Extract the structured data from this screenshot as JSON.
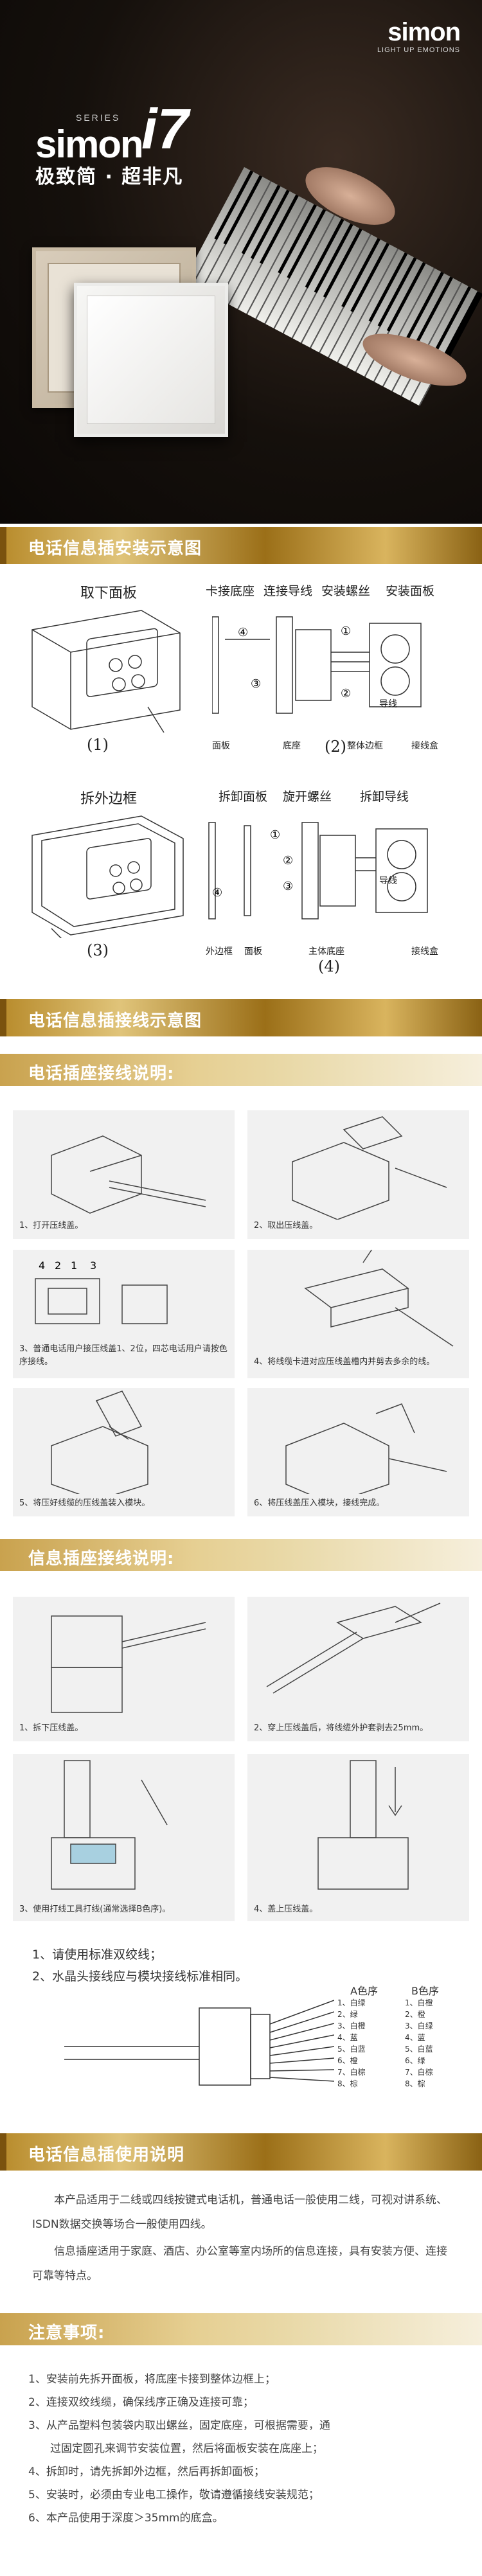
{
  "hero": {
    "brand": "simon",
    "brand_tagline": "LIGHT UP EMOTIONS",
    "series_word": "simon",
    "series_label": "SERIES",
    "series_num": "i7",
    "slogan": "极致简 · 超非凡"
  },
  "sections": {
    "install_title": "电话信息插安装示意图",
    "wiring_title": "电话信息插接线示意图",
    "usage_title": "电话信息插使用说明",
    "notes_title": "注意事项:"
  },
  "install": {
    "step1": {
      "title": "取下面板",
      "num": "(1)",
      "labels": []
    },
    "step2": {
      "titles": [
        "卡接底座",
        "连接导线",
        "安装螺丝",
        "安装面板"
      ],
      "num": "(2)",
      "labels": [
        "面板",
        "底座",
        "整体边框",
        "接线盒",
        "导线"
      ],
      "circles": [
        "④",
        "①",
        "②",
        "③"
      ]
    },
    "step3": {
      "title": "拆外边框",
      "num": "(3)"
    },
    "step4": {
      "titles": [
        "拆卸面板",
        "旋开螺丝",
        "拆卸导线"
      ],
      "num": "(4)",
      "labels": [
        "外边框",
        "面板",
        "主体底座",
        "接线盒",
        "导线"
      ],
      "circles": [
        "①",
        "②",
        "③",
        "④"
      ]
    }
  },
  "phone_wiring": {
    "title": "电话插座接线说明:",
    "steps": [
      "1、打开压线盖。",
      "2、取出压线盖。",
      "3、普通电话用户接压线盖1、2位，四芯电话用户请按色序接线。",
      "4、将线缆卡进对应压线盖槽内并剪去多余的线。",
      "5、将压好线缆的压线盖装入模块。",
      "6、将压线盖压入模块，接线完成。"
    ],
    "pin_numbers": [
      "4",
      "2",
      "1",
      "3"
    ]
  },
  "info_wiring": {
    "title": "信息插座接线说明:",
    "steps": [
      "1、拆下压线盖。",
      "2、穿上压线盖后，将线缆外护套剥去25mm。",
      "3、使用打线工具打线(通常选择B色序)。",
      "4、盖上压线盖。"
    ],
    "notes": [
      "1、请使用标准双绞线；",
      "2、水晶头接线应与模块接线标准相同。"
    ],
    "seq_a_title": "A色序",
    "seq_b_title": "B色序",
    "seq_a": [
      "1、白绿",
      "2、绿",
      "3、白橙",
      "4、蓝",
      "5、白蓝",
      "6、橙",
      "7、白棕",
      "8、棕"
    ],
    "seq_b": [
      "1、白橙",
      "2、橙",
      "3、白绿",
      "4、蓝",
      "5、白蓝",
      "6、绿",
      "7、白棕",
      "8、棕"
    ]
  },
  "usage": {
    "paragraphs": [
      "本产品适用于二线或四线按键式电话机，普通电话一般使用二线，可视对讲系统、ISDN数据交换等场合一般使用四线。",
      "信息插座适用于家庭、酒店、办公室等室内场所的信息连接，具有安装方便、连接可靠等特点。"
    ]
  },
  "notes": {
    "items": [
      "1、安装前先拆开面板，将底座卡接到整体边框上；",
      "2、连接双绞线缆，确保线序正确及连接可靠；",
      "3、从产品塑料包装袋内取出螺丝，固定底座，可根据需要，通",
      "过固定圆孔来调节安装位置，然后将面板安装在底座上；",
      "4、拆卸时，请先拆卸外边框，然后再拆卸面板；",
      "5、安装时，必须由专业电工操作，敬请遵循接线安装规范；",
      "6、本产品使用于深度＞35mm的底盒。"
    ]
  },
  "colors": {
    "gold": "#c9a24e",
    "dark_gold": "#8a6214"
  }
}
